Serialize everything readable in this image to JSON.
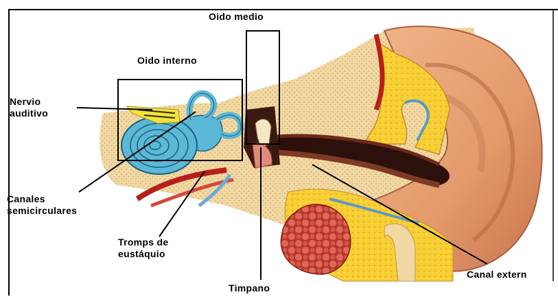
{
  "labels": {
    "oido_medio": "Oido medio",
    "oido_interno": "Oido interno",
    "nervio_auditivo": [
      "Nervio",
      "auditivo"
    ],
    "canales_semicirculares": [
      "Canales",
      "semicirculares"
    ],
    "trompa_eustaquio": [
      "Tromps de",
      "eustáquio"
    ],
    "timpano": "Timpano",
    "canal_externo": "Canal extern"
  },
  "colors": {
    "bone": "#f1d8a3",
    "bone_dots": "#d2b06c",
    "outer_ear": "#e9a577",
    "ear_shadow": "#b96a44",
    "canal_dark": "#2c100c",
    "cochlea": "#5bb8d6",
    "fat": "#f7cf33",
    "muscle": "#c23b2b",
    "artery": "#b5201a"
  }
}
